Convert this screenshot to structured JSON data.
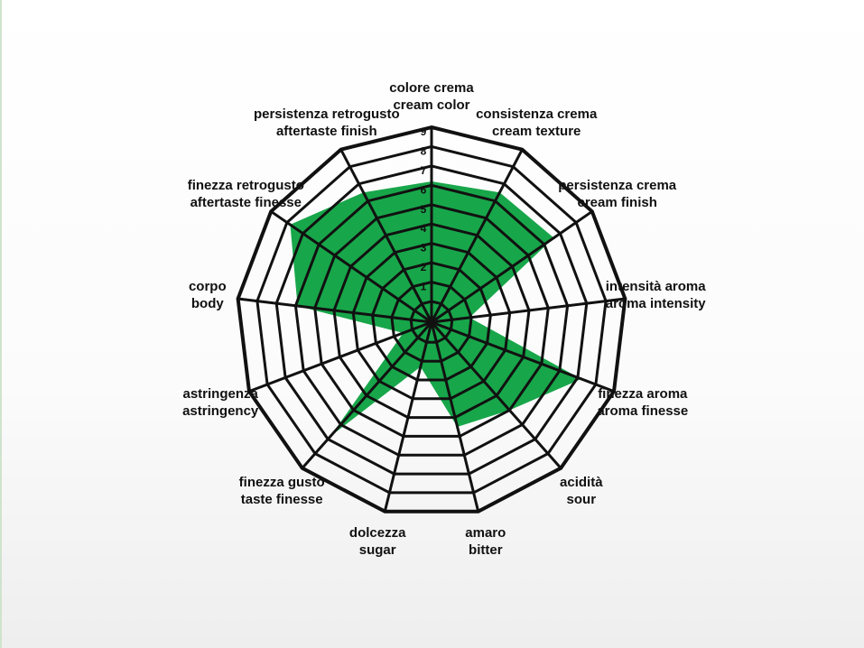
{
  "chart_data": {
    "type": "radar",
    "axes": [
      {
        "label_it": "colore crema",
        "label_en": "cream color",
        "value": 6.2
      },
      {
        "label_it": "consistenza crema",
        "label_en": "cream texture",
        "value": 6.5
      },
      {
        "label_it": "persistenza crema",
        "label_en": "cream finish",
        "value": 6.6
      },
      {
        "label_it": "intensità aroma",
        "label_en": "aroma intensity",
        "value": 0.9
      },
      {
        "label_it": "finezza aroma",
        "label_en": "aroma finesse",
        "value": 7.2
      },
      {
        "label_it": "acidità",
        "label_en": "sour",
        "value": 5.0
      },
      {
        "label_it": "amaro",
        "label_en": "bitter",
        "value": 4.5
      },
      {
        "label_it": "dolcezza",
        "label_en": "sugar",
        "value": 1.3
      },
      {
        "label_it": "finezza gusto",
        "label_en": "taste finesse",
        "value": 6.8
      },
      {
        "label_it": "astringenza",
        "label_en": "astringency",
        "value": 0.5
      },
      {
        "label_it": "corpo",
        "label_en": "body",
        "value": 5.9
      },
      {
        "label_it": "finezza retrogusto",
        "label_en": "aftertaste finesse",
        "value": 7.8
      },
      {
        "label_it": "persistenza retrogusto",
        "label_en": "aftertaste finish",
        "value": 6.5
      }
    ],
    "r_min": 0,
    "r_max": 9,
    "ticks": [
      "1",
      "2",
      "3",
      "4",
      "5",
      "6",
      "7",
      "8",
      "9"
    ],
    "grid": true,
    "fill_color": "#18a64a",
    "grid_color": "#111111"
  }
}
